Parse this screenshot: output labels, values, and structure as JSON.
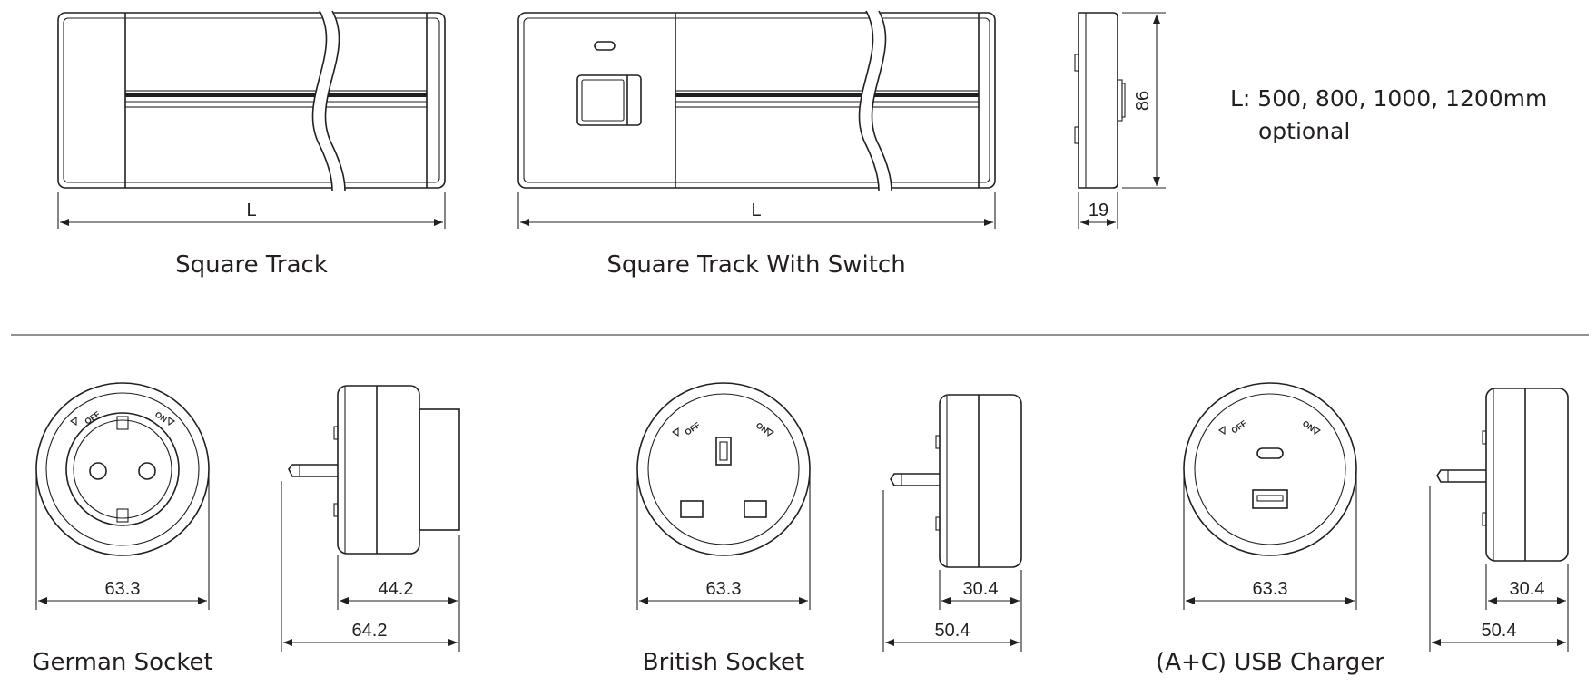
{
  "top": {
    "square_track": {
      "caption": "Square Track",
      "length_label": "L"
    },
    "square_track_switch": {
      "caption": "Square Track With Switch",
      "length_label": "L"
    },
    "side_view": {
      "height": "86",
      "depth": "19"
    },
    "length_note": {
      "line1": "L: 500, 800, 1000, 1200mm",
      "line2": "optional"
    }
  },
  "bottom": {
    "german_socket": {
      "caption": "German Socket",
      "front_diameter": "63.3",
      "body_depth": "44.2",
      "total_depth": "64.2",
      "off_label": "OFF",
      "on_label": "ON"
    },
    "british_socket": {
      "caption": "British Socket",
      "front_diameter": "63.3",
      "body_depth": "30.4",
      "total_depth": "50.4",
      "off_label": "OFF",
      "on_label": "ON"
    },
    "usb_charger": {
      "caption": "(A+C) USB Charger",
      "front_diameter": "63.3",
      "body_depth": "30.4",
      "total_depth": "50.4",
      "off_label": "OFF",
      "on_label": "ON"
    }
  }
}
